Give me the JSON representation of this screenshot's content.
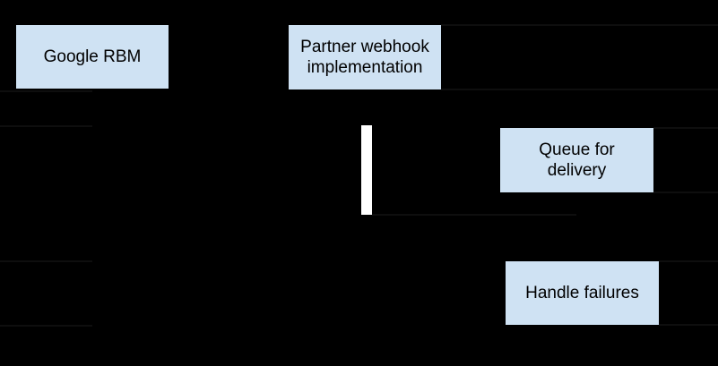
{
  "diagram": {
    "kind": "sequence-diagram",
    "background_color": "#000000",
    "node_fill_color": "#cfe2f3",
    "node_text_color": "#000000",
    "activation_bar_color": "#ffffff",
    "nodes": [
      {
        "id": "google-rbm",
        "label": "Google RBM"
      },
      {
        "id": "partner-webhook",
        "label": "Partner webhook implementation"
      },
      {
        "id": "queue-for-delivery",
        "label": "Queue for delivery"
      },
      {
        "id": "handle-failures",
        "label": "Handle failures"
      }
    ]
  }
}
